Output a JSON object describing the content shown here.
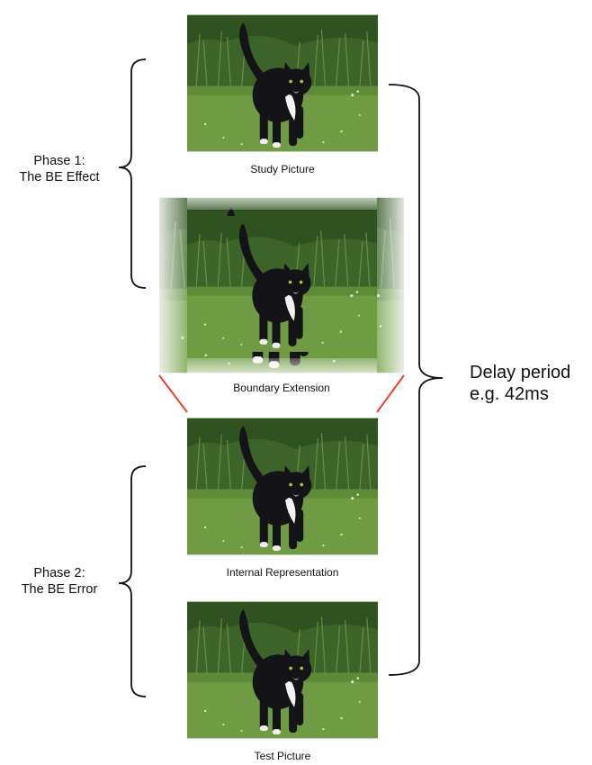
{
  "figure": {
    "phase1": {
      "line1": "Phase 1:",
      "line2": "The BE Effect"
    },
    "phase2": {
      "line1": "Phase 2:",
      "line2": "The BE Error"
    },
    "delay": {
      "line1": "Delay period",
      "line2": "e.g. 42ms"
    },
    "panels": [
      {
        "caption": "Study Picture",
        "image": "cat-photo"
      },
      {
        "caption": "Boundary Extension",
        "image": "cat-photo-extended"
      },
      {
        "caption": "Internal Representation",
        "image": "cat-photo-wide"
      },
      {
        "caption": "Test Picture",
        "image": "cat-photo"
      }
    ],
    "colors": {
      "bracket": "#111111",
      "connector": "#e8452c",
      "grass": "#5f8f3a",
      "foliage": "#3f6b2a",
      "cat": "#141418"
    }
  }
}
